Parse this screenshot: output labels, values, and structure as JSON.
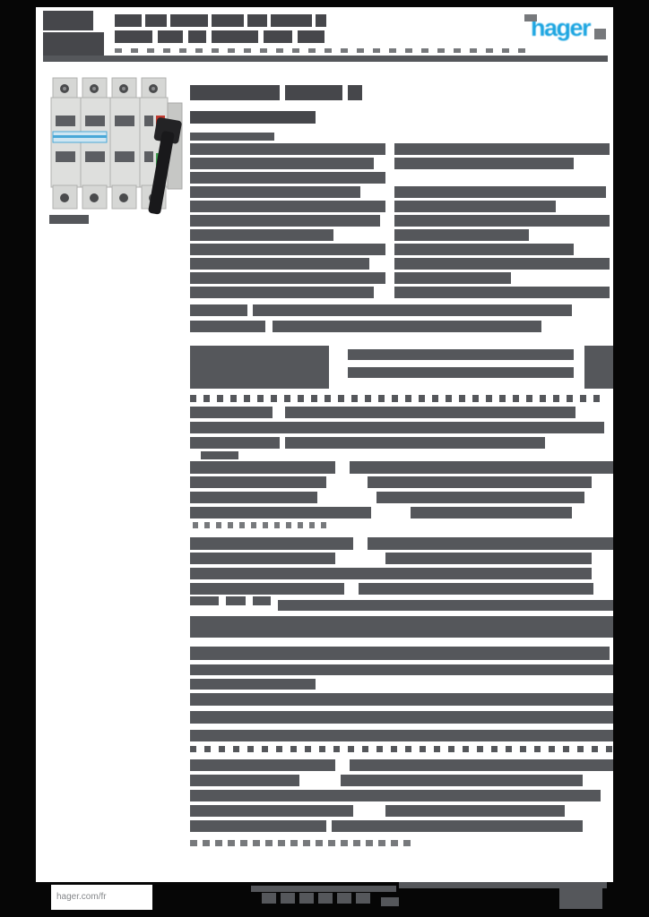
{
  "theme": {
    "background": "#060606",
    "paper": "#ffffff",
    "bar_dark": "#46474b",
    "bar_mid": "#55575b",
    "bar_light": "#77797c",
    "logo_blue": "#1ea6e1",
    "footer_text_gray": "#85878a",
    "product_red": "#c0392f",
    "product_green": "#3f9e4f"
  },
  "header": {
    "logo_text": "hager"
  },
  "footer": {
    "website": "hager.com/fr"
  },
  "redactions": [
    [
      48,
      12,
      56,
      22,
      "d",
      "header-title-redacted",
      0
    ],
    [
      48,
      36,
      68,
      26,
      "d",
      "header-title-redacted",
      0
    ],
    [
      128,
      16,
      30,
      14,
      "d",
      "header-title-redacted",
      0
    ],
    [
      162,
      16,
      24,
      14,
      "d",
      "header-title-redacted",
      0
    ],
    [
      190,
      16,
      42,
      14,
      "d",
      "header-title-redacted",
      0
    ],
    [
      236,
      16,
      36,
      14,
      "d",
      "header-title-redacted",
      0
    ],
    [
      276,
      16,
      22,
      14,
      "d",
      "header-title-redacted",
      0
    ],
    [
      302,
      16,
      46,
      14,
      "d",
      "header-title-redacted",
      0
    ],
    [
      352,
      16,
      12,
      14,
      "d",
      "header-title-redacted",
      0
    ],
    [
      128,
      34,
      42,
      14,
      "d",
      "header-subtitle-redacted",
      0
    ],
    [
      176,
      34,
      28,
      14,
      "d",
      "header-subtitle-redacted",
      0
    ],
    [
      210,
      34,
      20,
      14,
      "d",
      "header-subtitle-redacted",
      0
    ],
    [
      236,
      34,
      52,
      14,
      "d",
      "header-subtitle-redacted",
      0
    ],
    [
      294,
      34,
      32,
      14,
      "d",
      "header-subtitle-redacted",
      0
    ],
    [
      332,
      34,
      30,
      14,
      "d",
      "header-subtitle-redacted",
      0
    ],
    [
      48,
      62,
      630,
      7,
      "m",
      "header-rule",
      0
    ],
    [
      585,
      16,
      14,
      8,
      "l",
      "logo-mark",
      0
    ],
    [
      663,
      32,
      13,
      12,
      "l",
      "logo-mark",
      0
    ],
    [
      55,
      240,
      44,
      10,
      "m",
      "product-caption-redacted",
      0
    ],
    [
      212,
      95,
      100,
      17,
      "d",
      "section-title-redacted",
      0
    ],
    [
      318,
      95,
      64,
      17,
      "d",
      "section-title-redacted",
      0
    ],
    [
      388,
      95,
      16,
      17,
      "d",
      "section-title-redacted",
      0
    ],
    [
      212,
      124,
      140,
      14,
      "d",
      "section-subtitle-redacted",
      0
    ],
    [
      212,
      148,
      94,
      9,
      "m",
      "spec-label-redacted",
      0
    ],
    [
      212,
      160,
      218,
      13,
      "m",
      "spec-label-redacted",
      0
    ],
    [
      440,
      160,
      240,
      13,
      "m",
      "spec-value-redacted",
      0
    ],
    [
      212,
      176,
      205,
      13,
      "m",
      "spec-label-redacted",
      0
    ],
    [
      440,
      176,
      200,
      13,
      "m",
      "spec-value-redacted",
      0
    ],
    [
      212,
      192,
      218,
      13,
      "m",
      "spec-label-redacted",
      0
    ],
    [
      212,
      208,
      190,
      13,
      "m",
      "spec-label-redacted",
      0
    ],
    [
      440,
      208,
      236,
      13,
      "m",
      "spec-value-redacted",
      0
    ],
    [
      212,
      224,
      218,
      13,
      "m",
      "spec-label-redacted",
      0
    ],
    [
      440,
      224,
      180,
      13,
      "m",
      "spec-value-redacted",
      0
    ],
    [
      212,
      240,
      212,
      13,
      "m",
      "spec-label-redacted",
      0
    ],
    [
      440,
      240,
      240,
      13,
      "m",
      "spec-value-redacted",
      0
    ],
    [
      212,
      256,
      160,
      13,
      "m",
      "spec-label-redacted",
      0
    ],
    [
      440,
      256,
      150,
      13,
      "m",
      "spec-value-redacted",
      0
    ],
    [
      212,
      272,
      218,
      13,
      "m",
      "spec-label-redacted",
      0
    ],
    [
      440,
      272,
      200,
      13,
      "m",
      "spec-value-redacted",
      0
    ],
    [
      212,
      288,
      200,
      13,
      "m",
      "spec-label-redacted",
      0
    ],
    [
      440,
      288,
      240,
      13,
      "m",
      "spec-value-redacted",
      0
    ],
    [
      212,
      304,
      218,
      13,
      "m",
      "spec-label-redacted",
      0
    ],
    [
      440,
      304,
      130,
      13,
      "m",
      "spec-value-redacted",
      0
    ],
    [
      212,
      320,
      205,
      13,
      "m",
      "spec-label-redacted",
      0
    ],
    [
      440,
      320,
      240,
      13,
      "m",
      "spec-value-redacted",
      0
    ],
    [
      212,
      340,
      64,
      13,
      "m",
      "spec-label-redacted",
      0
    ],
    [
      282,
      340,
      356,
      13,
      "m",
      "spec-value-redacted",
      0
    ],
    [
      212,
      358,
      84,
      13,
      "m",
      "spec-label-redacted",
      0
    ],
    [
      304,
      358,
      300,
      13,
      "m",
      "spec-value-redacted",
      0
    ],
    [
      212,
      386,
      155,
      48,
      "m",
      "spec-label-redacted",
      0
    ],
    [
      388,
      390,
      252,
      12,
      "m",
      "spec-value-redacted",
      0
    ],
    [
      388,
      410,
      252,
      12,
      "m",
      "spec-value-redacted",
      0
    ],
    [
      652,
      386,
      32,
      48,
      "m",
      "spec-value-redacted",
      0
    ],
    [
      212,
      454,
      92,
      13,
      "m",
      "spec-label-redacted",
      0
    ],
    [
      318,
      454,
      324,
      13,
      "m",
      "spec-value-redacted",
      0
    ],
    [
      212,
      471,
      122,
      13,
      "m",
      "spec-label-redacted",
      0
    ],
    [
      318,
      471,
      356,
      13,
      "m",
      "spec-value-redacted",
      0
    ],
    [
      212,
      488,
      100,
      13,
      "m",
      "spec-label-redacted",
      0
    ],
    [
      318,
      488,
      290,
      13,
      "m",
      "spec-value-redacted",
      0
    ],
    [
      224,
      504,
      42,
      9,
      "m",
      "spec-note-redacted",
      0
    ],
    [
      212,
      515,
      162,
      14,
      "m",
      "spec-label-redacted",
      0
    ],
    [
      390,
      515,
      294,
      14,
      "m",
      "spec-value-redacted",
      0
    ],
    [
      212,
      532,
      152,
      13,
      "m",
      "spec-label-redacted",
      0
    ],
    [
      410,
      532,
      250,
      13,
      "m",
      "spec-value-redacted",
      0
    ],
    [
      212,
      549,
      142,
      13,
      "m",
      "spec-label-redacted",
      0
    ],
    [
      420,
      549,
      232,
      13,
      "m",
      "spec-value-redacted",
      0
    ],
    [
      212,
      566,
      202,
      13,
      "m",
      "spec-label-redacted",
      0
    ],
    [
      458,
      566,
      180,
      13,
      "m",
      "spec-value-redacted",
      0
    ],
    [
      212,
      600,
      182,
      14,
      "m",
      "spec-label-redacted",
      0
    ],
    [
      410,
      600,
      274,
      14,
      "m",
      "spec-value-redacted",
      0
    ],
    [
      212,
      617,
      162,
      13,
      "m",
      "spec-label-redacted",
      0
    ],
    [
      430,
      617,
      230,
      13,
      "m",
      "spec-value-redacted",
      0
    ],
    [
      212,
      634,
      202,
      13,
      "m",
      "spec-label-redacted",
      0
    ],
    [
      380,
      634,
      280,
      13,
      "m",
      "spec-value-redacted",
      0
    ],
    [
      212,
      651,
      172,
      13,
      "m",
      "spec-label-redacted",
      0
    ],
    [
      400,
      651,
      262,
      13,
      "m",
      "spec-value-redacted",
      0
    ],
    [
      212,
      666,
      32,
      10,
      "m",
      "spec-note-redacted",
      0
    ],
    [
      252,
      666,
      22,
      10,
      "m",
      "spec-note-redacted",
      0
    ],
    [
      282,
      666,
      20,
      10,
      "m",
      "spec-note-redacted",
      0
    ],
    [
      310,
      670,
      374,
      12,
      "m",
      "spec-value-redacted",
      0
    ],
    [
      212,
      688,
      472,
      24,
      "m",
      "list-row-redacted",
      0
    ],
    [
      212,
      722,
      468,
      15,
      "m",
      "list-row-redacted",
      0
    ],
    [
      212,
      742,
      472,
      12,
      "m",
      "list-row-redacted",
      0
    ],
    [
      212,
      758,
      140,
      12,
      "m",
      "list-row-redacted",
      0
    ],
    [
      212,
      774,
      472,
      14,
      "m",
      "list-row-redacted",
      0
    ],
    [
      212,
      794,
      472,
      14,
      "m",
      "list-row-redacted",
      0
    ],
    [
      212,
      815,
      472,
      13,
      "m",
      "section-header-bar",
      0
    ],
    [
      212,
      848,
      162,
      13,
      "m",
      "spec-label-redacted",
      0
    ],
    [
      390,
      848,
      294,
      13,
      "m",
      "spec-value-redacted",
      0
    ],
    [
      212,
      865,
      122,
      13,
      "m",
      "spec-label-redacted",
      0
    ],
    [
      380,
      865,
      270,
      13,
      "m",
      "spec-value-redacted",
      0
    ],
    [
      212,
      882,
      142,
      13,
      "m",
      "spec-label-redacted",
      0
    ],
    [
      350,
      882,
      320,
      13,
      "m",
      "spec-value-redacted",
      0
    ],
    [
      212,
      899,
      182,
      13,
      "m",
      "spec-label-redacted",
      0
    ],
    [
      430,
      899,
      200,
      13,
      "m",
      "spec-value-redacted",
      0
    ],
    [
      212,
      916,
      152,
      13,
      "m",
      "spec-label-redacted",
      0
    ],
    [
      370,
      916,
      280,
      13,
      "m",
      "spec-value-redacted",
      0
    ],
    [
      280,
      989,
      162,
      7,
      "m",
      "footer-text-bar",
      0
    ],
    [
      292,
      997,
      16,
      12,
      "m",
      "footer-social-icon",
      1
    ],
    [
      313,
      997,
      16,
      12,
      "m",
      "footer-social-icon",
      1
    ],
    [
      334,
      997,
      16,
      12,
      "m",
      "footer-social-icon",
      1
    ],
    [
      355,
      997,
      16,
      12,
      "m",
      "footer-social-icon",
      1
    ],
    [
      376,
      997,
      16,
      12,
      "m",
      "footer-social-icon",
      1
    ],
    [
      397,
      997,
      16,
      12,
      "m",
      "footer-social-icon",
      1
    ],
    [
      425,
      1002,
      20,
      10,
      "m",
      "footer-mark",
      0
    ],
    [
      445,
      985,
      232,
      7,
      "m",
      "footer-text-bar",
      0
    ],
    [
      624,
      992,
      48,
      23,
      "m",
      "footer-right-block",
      0
    ]
  ],
  "dash_rows": [
    [
      128,
      54,
      26,
      8,
      5,
      10,
      "l",
      "header-dash-row"
    ],
    [
      212,
      441,
      31,
      7,
      8,
      8,
      "m",
      "dotted-separator"
    ],
    [
      215,
      583,
      12,
      6,
      7,
      7,
      "l",
      "dotted-leader"
    ],
    [
      212,
      833,
      30,
      7,
      7,
      9,
      "m",
      "dotted-separator"
    ],
    [
      212,
      938,
      18,
      8,
      7,
      6,
      "l",
      "footnote-dash-row"
    ]
  ]
}
